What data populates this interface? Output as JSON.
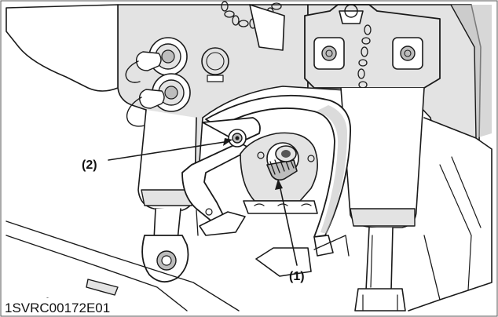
{
  "figure": {
    "callouts": [
      {
        "id": "1",
        "label": "(1)"
      },
      {
        "id": "2",
        "label": "(2)"
      }
    ],
    "figure_code": "1SVRC00172E01"
  }
}
